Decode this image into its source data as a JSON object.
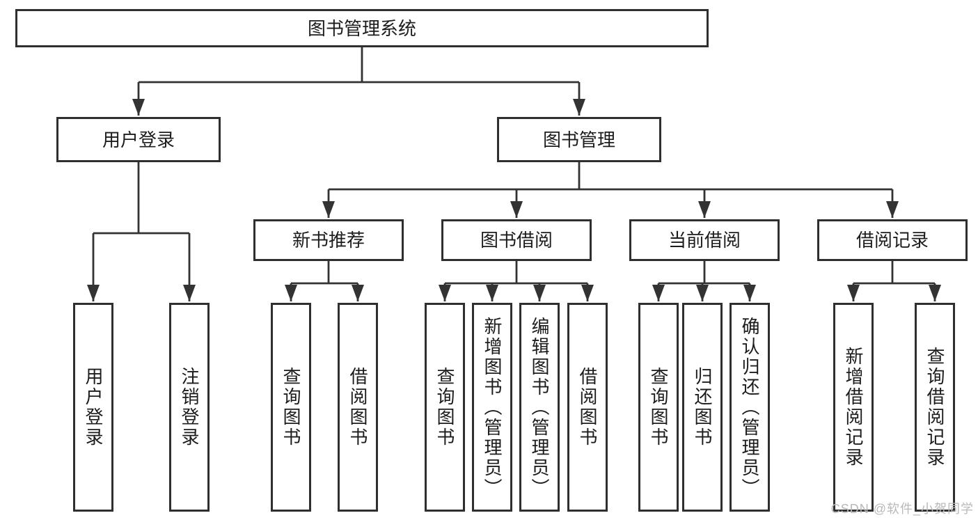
{
  "diagram": {
    "title_node": "图书管理系统",
    "level2": {
      "user_login": "用户登录",
      "book_mgmt": "图书管理"
    },
    "level3": {
      "new_book_rec": "新书推荐",
      "book_borrow": "图书借阅",
      "current_borrow": "当前借阅",
      "borrow_record": "借阅记录"
    },
    "leaves": {
      "user_login": [
        "用户登录",
        "注销登录"
      ],
      "new_book_rec": [
        "查询图书",
        "借阅图书"
      ],
      "book_borrow": [
        "查询图书",
        "新增图书（管理员）",
        "编辑图书（管理员）",
        "借阅图书"
      ],
      "current_borrow": [
        "查询图书",
        "归还图书",
        "确认归还（管理员）"
      ],
      "borrow_record": [
        "新增借阅记录",
        "查询借阅记录"
      ]
    }
  },
  "watermark": "CSDN @软件_小贺同学",
  "colors": {
    "background": "#ffffff",
    "line": "#333333",
    "box_border": "#2f2f2f",
    "text": "#1c1c1c",
    "watermark": "#b9b9b9"
  }
}
